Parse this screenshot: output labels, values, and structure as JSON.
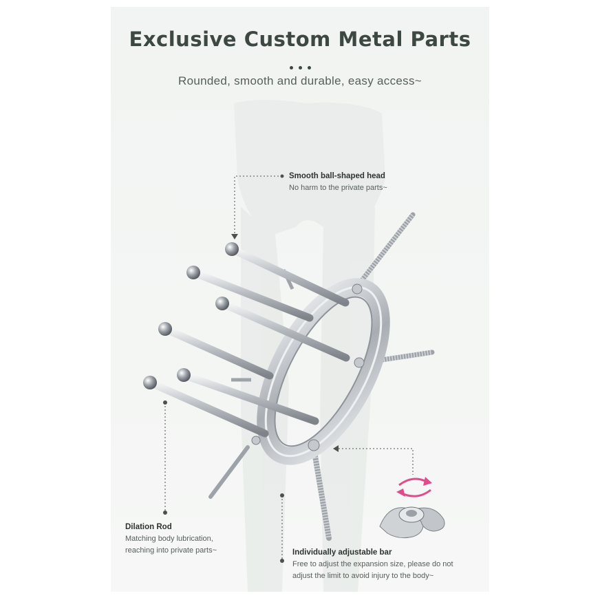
{
  "header": {
    "title": "Exclusive Custom Metal Parts",
    "subtitle": "Rounded, smooth and durable, easy access~"
  },
  "callouts": {
    "head": {
      "title": "Smooth ball-shaped head",
      "text": "No harm to the private parts~"
    },
    "rod": {
      "title": "Dilation Rod",
      "line1": "Matching body lubrication,",
      "line2": "reaching into private parts~"
    },
    "bar": {
      "title": "Individually adjustable bar",
      "line1": "Free to adjust the expansion size, please do not",
      "line2": "adjust the limit to avoid injury to the body~"
    }
  },
  "colors": {
    "title": "#3d4843",
    "accent": "#e24a8b",
    "metal": "#c8ccd0"
  },
  "icons": [
    "rotate-arrows-icon",
    "wing-nut-icon",
    "ball-head-icon"
  ]
}
